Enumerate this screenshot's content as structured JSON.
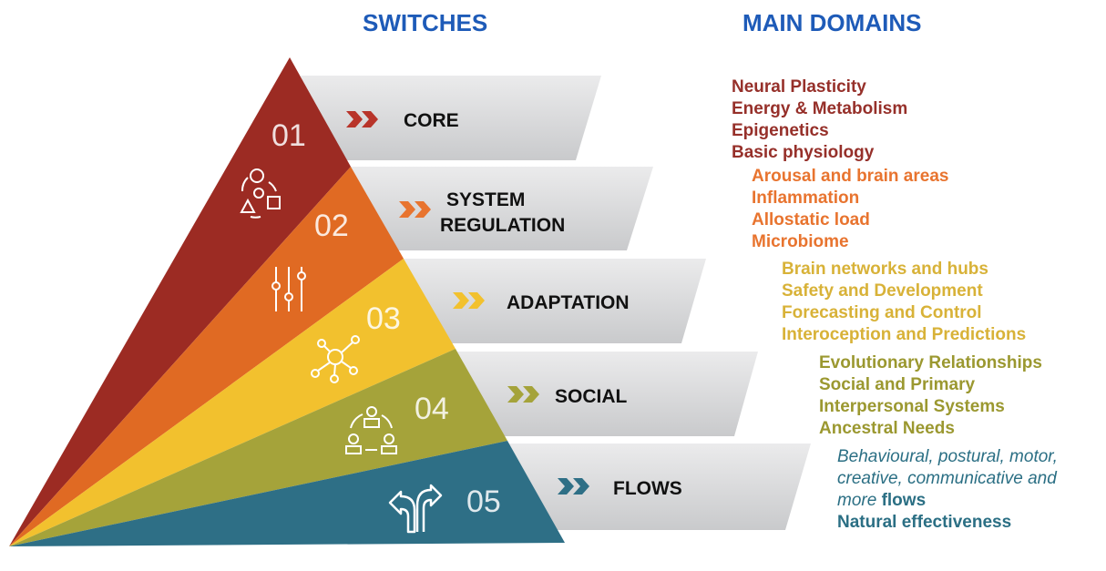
{
  "headers": {
    "switches": "SWITCHES",
    "main_domains": "MAIN DOMAINS"
  },
  "colors": {
    "core": "#9c2b23",
    "system": "#e06a23",
    "adaptation": "#f2c12e",
    "social": "#a5a33a",
    "flows": "#2e6f86",
    "header": "#1e5bb8",
    "band": "#d8d9db",
    "domain_core": "#96302a",
    "domain_system": "#e8742f",
    "domain_adapt": "#d8b238",
    "domain_social": "#9b9830",
    "domain_flows": "#2b6f84"
  },
  "levels": [
    {
      "number": "01",
      "label": "CORE",
      "icon": "cycle-shapes-icon"
    },
    {
      "number": "02",
      "label_line1": "SYSTEM",
      "label_line2": "REGULATION",
      "icon": "sliders-icon"
    },
    {
      "number": "03",
      "label": "ADAPTATION",
      "icon": "network-hub-icon"
    },
    {
      "number": "04",
      "label": "SOCIAL",
      "icon": "people-exchange-icon"
    },
    {
      "number": "05",
      "label": "FLOWS",
      "icon": "split-arrows-icon"
    }
  ],
  "domains": {
    "core": [
      "Neural Plasticity",
      "Energy & Metabolism",
      "Epigenetics",
      "Basic physiology"
    ],
    "system": [
      "Arousal and brain areas",
      "Inflammation",
      "Allostatic load",
      "Microbiome"
    ],
    "adaptation": [
      "Brain networks and hubs",
      "Safety and Development",
      "Forecasting and Control",
      "Interoception and Predictions"
    ],
    "social": [
      "Evolutionary Relationships",
      "Social and Primary",
      "Interpersonal Systems",
      "Ancestral Needs"
    ],
    "flows": {
      "line1": "Behavioural, postural, motor,",
      "line2": "creative, communicative and",
      "line3_prefix": "more",
      "line3_bold": "flows",
      "line4": "Natural effectiveness"
    }
  }
}
